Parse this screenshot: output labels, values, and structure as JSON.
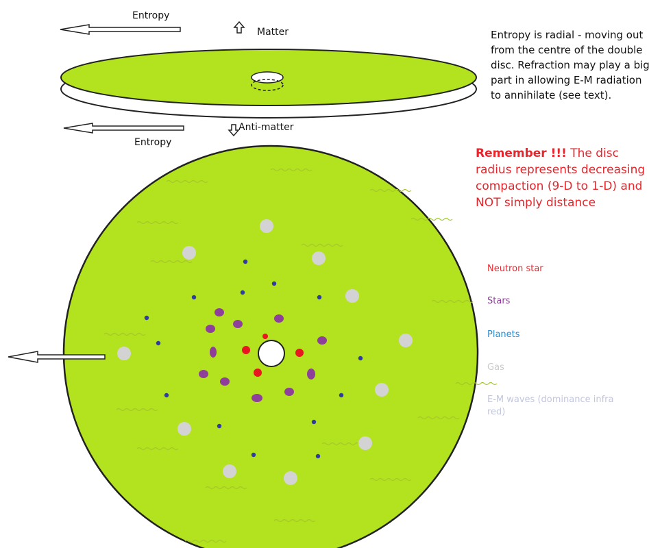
{
  "labels": {
    "entropy_top": "Entropy",
    "matter": "Matter",
    "anti_matter": "Anti-matter",
    "entropy_bottom": "Entropy"
  },
  "note": "Entropy is radial - moving out from the centre of the double disc. Refraction may play a big part in allowing E-M radiation to annihilate (see text).",
  "remember": {
    "bold": "Remember !!!",
    "text": " The disc radius represents decreasing compaction (9-D to 1-D) and NOT simply distance"
  },
  "legend": [
    {
      "label": "Neutron star",
      "color": "#e5262c"
    },
    {
      "label": "Stars",
      "color": "#8e3f9a"
    },
    {
      "label": "Planets",
      "color": "#2a8ccf"
    },
    {
      "label": "Gas",
      "color": "#c9c9c9"
    },
    {
      "label": "E-M waves (dominance infra red)",
      "color": "#c2c6de"
    }
  ],
  "colors": {
    "disc": "#b3e21f",
    "neutron_star": "#e8171f",
    "star": "#8e3f9a",
    "planet": "#2e3d9e",
    "gas": "#d3d3d3",
    "em_wave": "#a5c72a"
  }
}
